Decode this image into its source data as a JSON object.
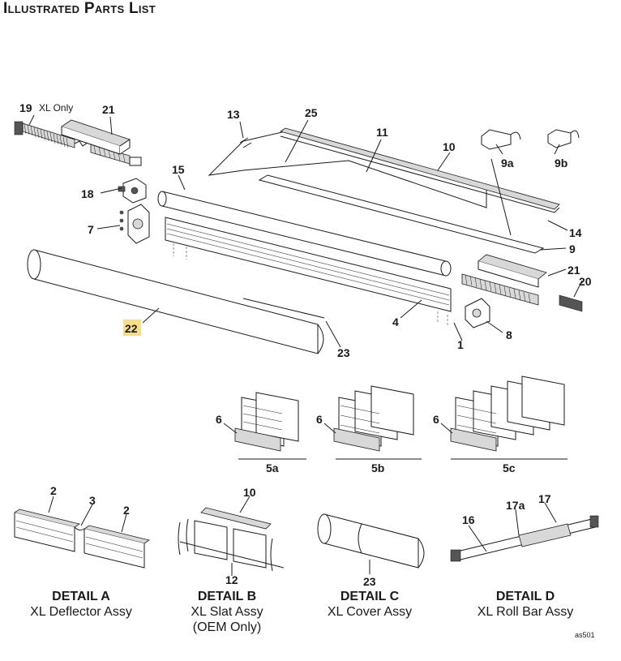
{
  "title": "Illustrated Parts List",
  "callouts": {
    "c19": "19",
    "c19_note": "XL Only",
    "c21a": "21",
    "c13": "13",
    "c25": "25",
    "c11": "11",
    "c10": "10",
    "c9a": "9a",
    "c9b": "9b",
    "c18": "18",
    "c15": "15",
    "c7": "7",
    "c14": "14",
    "c9": "9",
    "c21b": "21",
    "c20": "20",
    "c22": "22",
    "c4": "4",
    "c8": "8",
    "c1": "1",
    "c23": "23",
    "c6a": "6",
    "c6b": "6",
    "c6c": "6",
    "c5a": "5a",
    "c5b": "5b",
    "c5c": "5c",
    "dA2a": "2",
    "dA3": "3",
    "dA2b": "2",
    "dB10": "10",
    "dB12": "12",
    "dC23": "23",
    "dD16": "16",
    "dD17a": "17a",
    "dD17": "17"
  },
  "details": [
    {
      "name": "DETAIL A",
      "caption": "XL Deflector Assy",
      "caption2": ""
    },
    {
      "name": "DETAIL B",
      "caption": "XL Slat Assy",
      "caption2": "(OEM Only)"
    },
    {
      "name": "DETAIL C",
      "caption": "XL Cover Assy",
      "caption2": ""
    },
    {
      "name": "DETAIL D",
      "caption": "XL Roll Bar Assy",
      "caption2": ""
    }
  ],
  "drawing_code": "as501",
  "highlight_color": "#f6dd8a"
}
